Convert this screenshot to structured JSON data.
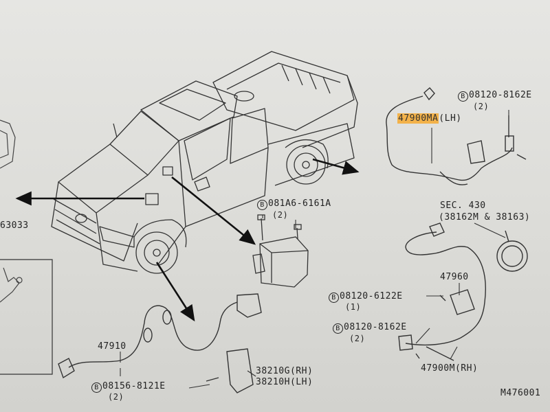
{
  "diagram": {
    "partner_ref_left": "63033",
    "sensor_front_lh": {
      "part": "47900MA",
      "side": "(LH)"
    },
    "bolt_top_right": {
      "mark": "B",
      "part": "08120-8162E",
      "qty": "(2)"
    },
    "bolt_actuator": {
      "mark": "B",
      "part": "081A6-6161A",
      "qty": "(2)"
    },
    "section_ref": {
      "sec": "SEC. 430",
      "parts": "(38162M & 38163)"
    },
    "sensor_rear": {
      "part": "47960"
    },
    "bolt_mid_right": {
      "mark": "B",
      "part": "08120-6122E",
      "qty": "(1)"
    },
    "bolt_lower_right": {
      "mark": "B",
      "part": "08120-8162E",
      "qty": "(2)"
    },
    "sensor_front_rh": {
      "part": "47900M",
      "side": "(RH)"
    },
    "sensor_left": {
      "part": "47910"
    },
    "bolt_lower_left": {
      "mark": "B",
      "part": "08156-8121E",
      "qty": "(2)"
    },
    "bracket": {
      "rh": "38210G(RH)",
      "lh": "38210H(LH)"
    },
    "figure_code": "M476001"
  }
}
